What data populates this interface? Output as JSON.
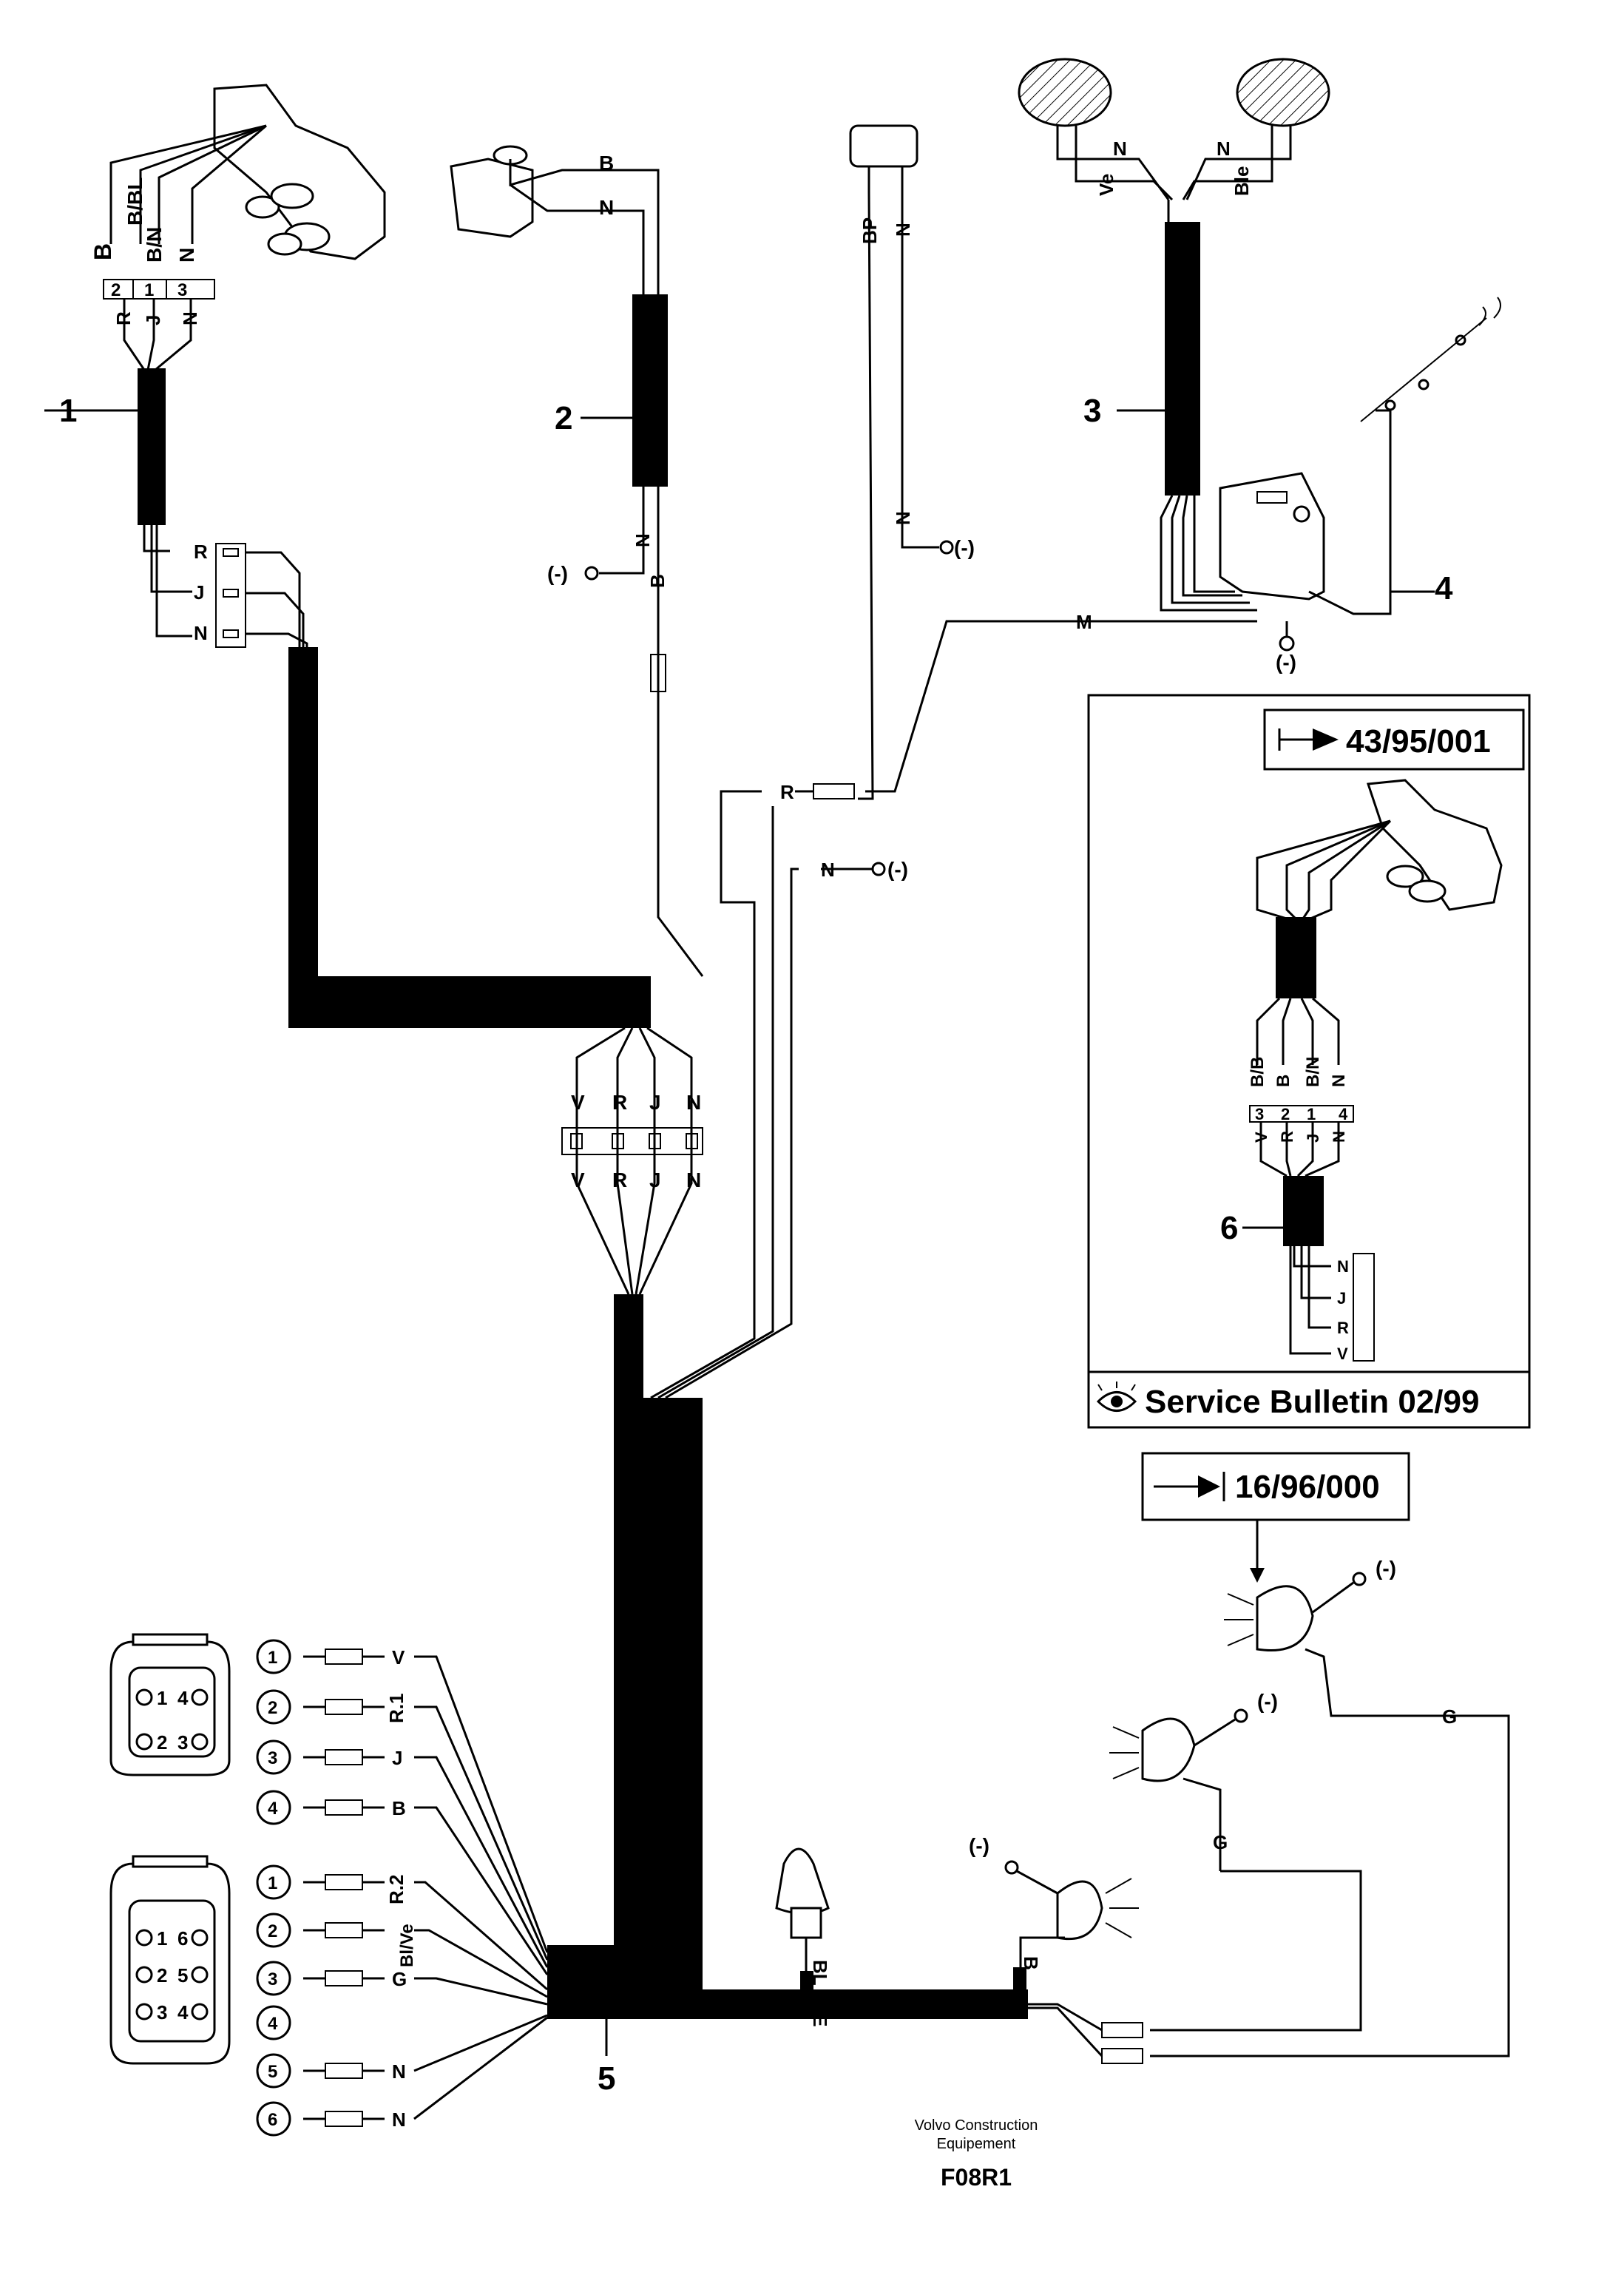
{
  "callouts": {
    "c1": "1",
    "c2": "2",
    "c3": "3",
    "c4": "4",
    "c5": "5",
    "c6": "6"
  },
  "minus": "(-)",
  "wire1": {
    "top": [
      "B",
      "B/BL",
      "B/N",
      "N"
    ],
    "pins": [
      "2",
      "1",
      "3"
    ],
    "mid": [
      "R",
      "J",
      "N"
    ],
    "conn": [
      "R",
      "J",
      "N"
    ]
  },
  "wire2": {
    "top": [
      "B",
      "N"
    ],
    "bot": [
      "N",
      "B"
    ]
  },
  "wire_bp": {
    "bp": "BP",
    "n": "N"
  },
  "wire3": {
    "n1": "N",
    "n2": "N",
    "ve": "Ve",
    "ble": "Ble"
  },
  "wire_m": "M",
  "wire_r": "R",
  "wire_n": "N",
  "mid_conn": {
    "top": [
      "V",
      "R",
      "J",
      "N"
    ],
    "bot": [
      "V",
      "R",
      "J",
      "N"
    ]
  },
  "inset": {
    "ref": "43/95/001",
    "top": [
      "B/B",
      "B",
      "B/N",
      "N"
    ],
    "pins": [
      "3",
      "2",
      "1",
      "4"
    ],
    "mid": [
      "V",
      "R",
      "J",
      "N"
    ],
    "conn": [
      "N",
      "J",
      "R",
      "V"
    ],
    "bulletin": "Service Bulletin 02/99"
  },
  "ref2": "16/96/000",
  "plug_a": {
    "pins": [
      "1",
      "4",
      "2",
      "3"
    ],
    "circles": [
      "1",
      "2",
      "3",
      "4"
    ],
    "wires": [
      "V",
      "R.1",
      "J",
      "B"
    ]
  },
  "plug_b": {
    "pins": [
      "1",
      "6",
      "2",
      "5",
      "3",
      "4"
    ],
    "circles": [
      "1",
      "2",
      "3",
      "4",
      "5",
      "6"
    ],
    "wires": [
      "R.2",
      "Bl/Ve",
      "G",
      "N",
      "N"
    ]
  },
  "lamp_wires": {
    "blve": "BL / VE",
    "b": "B",
    "g1": "G",
    "g2": "G"
  },
  "footer": {
    "maker_line1": "Volvo Construction",
    "maker_line2": "Equipement",
    "code": "F08R1"
  }
}
